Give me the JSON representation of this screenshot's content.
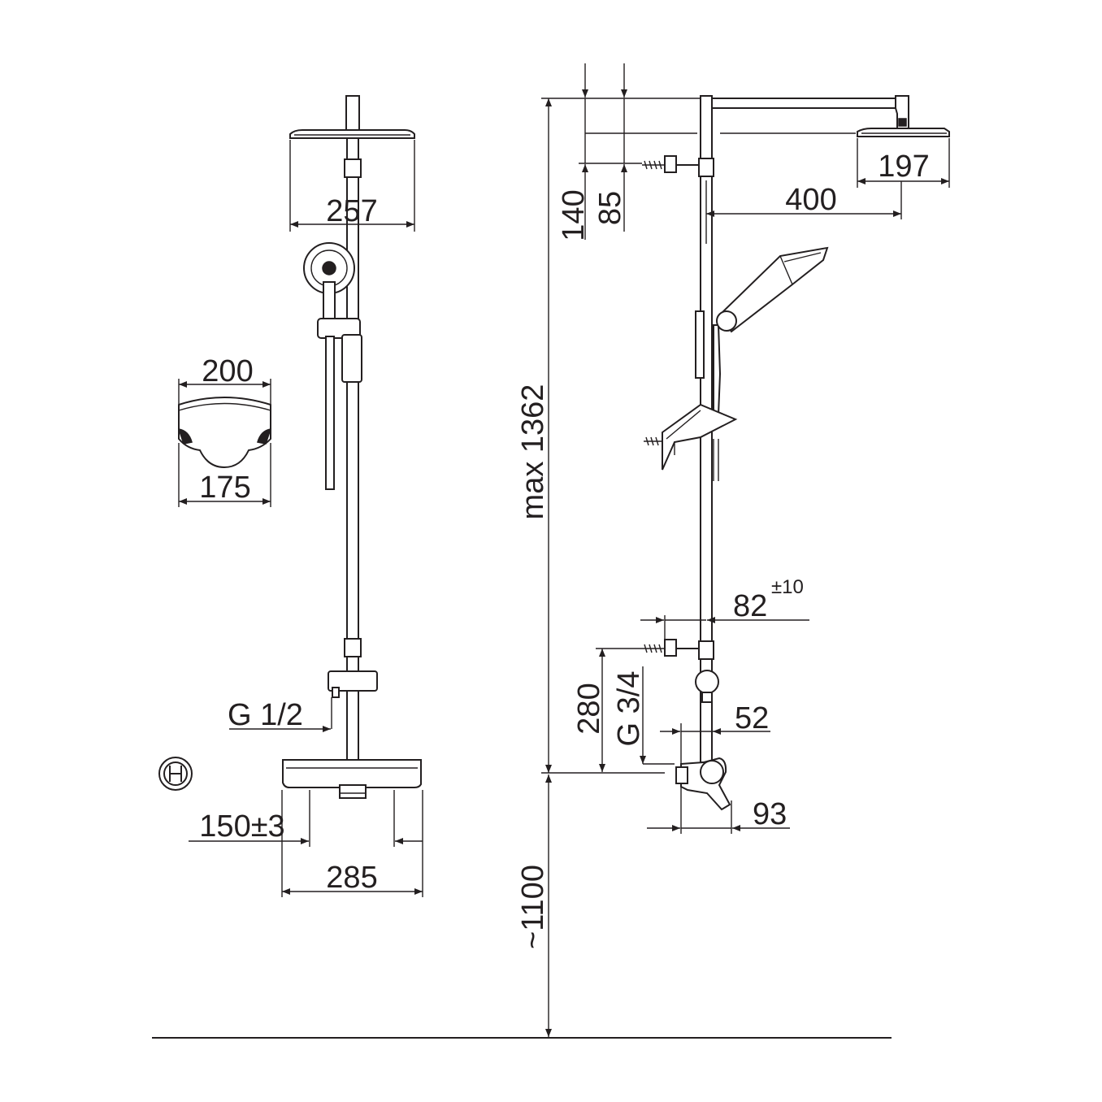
{
  "dimensions": {
    "head_width_front": "257",
    "handset_holder_top": "200",
    "handset_holder_bottom": "175",
    "inlet_thread_front": "G 1/2",
    "inlet_spacing": "150±3",
    "mixer_width": "285",
    "head_width_side": "197",
    "arm_projection": "400",
    "total_height": "max 1362",
    "upper_offset_140": "140",
    "upper_offset_85": "85",
    "bracket_offset": "82",
    "bracket_offset_tolerance": "±10",
    "lower_height": "280",
    "outlet_thread": "G 3/4",
    "mixer_depth_52": "52",
    "mixer_depth_93": "93",
    "floor_height": "~1100"
  },
  "colors": {
    "line": "#231f20",
    "background": "#ffffff"
  },
  "icons": {
    "brand_logo": "h-in-circle-logo"
  }
}
